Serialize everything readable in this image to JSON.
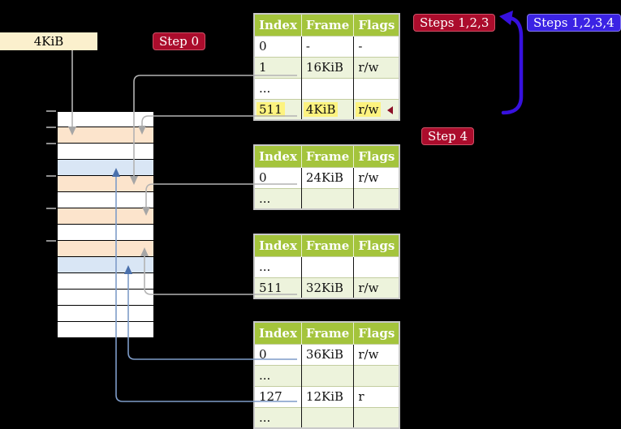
{
  "page_size_label": "4KiB",
  "step_labels": {
    "step0": "Step 0",
    "steps123": "Steps 1,2,3",
    "steps1234": "Steps 1,2,3,4",
    "step4": "Step 4"
  },
  "tables": [
    {
      "headers": [
        "Index",
        "Frame",
        "Flags"
      ],
      "rows": [
        {
          "cells": [
            "0",
            "-",
            "-"
          ],
          "striped": false,
          "highlight": false
        },
        {
          "cells": [
            "1",
            "16KiB",
            "r/w"
          ],
          "striped": true,
          "highlight": false
        },
        {
          "cells": [
            "...",
            "",
            ""
          ],
          "striped": false,
          "highlight": false
        },
        {
          "cells": [
            "511",
            "4KiB",
            "r/w"
          ],
          "striped": true,
          "highlight": true
        }
      ]
    },
    {
      "headers": [
        "Index",
        "Frame",
        "Flags"
      ],
      "rows": [
        {
          "cells": [
            "0",
            "24KiB",
            "r/w"
          ],
          "striped": false,
          "highlight": false
        },
        {
          "cells": [
            "...",
            "",
            ""
          ],
          "striped": true,
          "highlight": false
        }
      ]
    },
    {
      "headers": [
        "Index",
        "Frame",
        "Flags"
      ],
      "rows": [
        {
          "cells": [
            "...",
            "",
            ""
          ],
          "striped": false,
          "highlight": false
        },
        {
          "cells": [
            "511",
            "32KiB",
            "r/w"
          ],
          "striped": true,
          "highlight": false
        }
      ]
    },
    {
      "headers": [
        "Index",
        "Frame",
        "Flags"
      ],
      "rows": [
        {
          "cells": [
            "0",
            "36KiB",
            "r/w"
          ],
          "striped": false,
          "highlight": false
        },
        {
          "cells": [
            "...",
            "",
            ""
          ],
          "striped": true,
          "highlight": false
        },
        {
          "cells": [
            "127",
            "12KiB",
            "r"
          ],
          "striped": false,
          "highlight": false
        },
        {
          "cells": [
            "...",
            "",
            ""
          ],
          "striped": true,
          "highlight": false
        }
      ]
    }
  ],
  "memory_rows": [
    "white",
    "peach",
    "white",
    "lightblue",
    "peach",
    "white",
    "peach",
    "white",
    "peach",
    "lightblue",
    "white",
    "white",
    "white",
    "white"
  ],
  "colors": {
    "crimson": "#ab0c2c",
    "blue_label": "#3b23e4",
    "blue_arrow": "#3711df",
    "header_green": "#a4c43c",
    "stripe_green": "#edf3dc",
    "highlight_yellow": "#fdf37f",
    "peach": "#fce4cc",
    "light_blue": "#d9e6f5",
    "wheat": "#fbf0cd",
    "gray_line": "#b3b3b3",
    "blue_line": "#7e9cc8"
  }
}
